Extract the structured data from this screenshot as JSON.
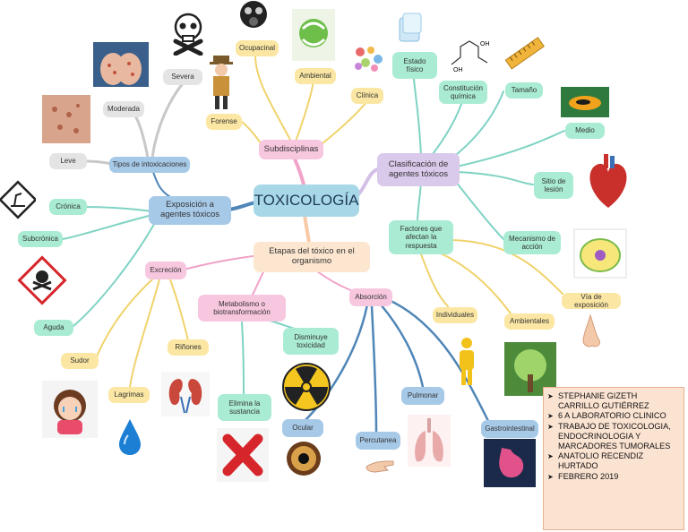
{
  "center": "TOXICOLOGÍA",
  "branches": {
    "subdisciplinas": "Subdisciplinas",
    "clasificacion": "Clasificación de agentes tóxicos",
    "exposicion": "Exposición a agentes tóxicos",
    "etapas": "Etapas del tóxico en el organismo"
  },
  "subdisciplinas": [
    "Ocupacinal",
    "Ambiental",
    "Clínica",
    "Forense"
  ],
  "clasificacion": [
    "Estado físico",
    "Constitución química",
    "Tamaño",
    "Medio",
    "Sitio de lesión",
    "Mecanismo de acción"
  ],
  "factores": {
    "title": "Factores que afectan la respuesta",
    "items": [
      "Individuales",
      "Ambientales",
      "Vía de exposición"
    ]
  },
  "exposicion": {
    "tipos": "Tipos de intoxicaciones",
    "severidad": [
      "Severa",
      "Moderada",
      "Leve"
    ],
    "duracion": [
      "Crónica",
      "Subcrónica",
      "Aguda"
    ]
  },
  "etapas": {
    "excrecion": "Excreción",
    "excrecion_items": [
      "Sudor",
      "Lagrimas",
      "Riñones"
    ],
    "metabolismo": "Metabolismo o biotransformación",
    "metabolismo_items": [
      "Elimina la sustancia",
      "Disminuye toxicidad"
    ],
    "absorcion": "Absorción",
    "absorcion_items": [
      "Ocular",
      "Percutanea",
      "Pulmonar",
      "Gastrointestinal"
    ]
  },
  "info": [
    "Stephanie Gizeth Carrillo Gutiérrez",
    "6 A Laboratorio Clinico",
    "Trabajo de Toxicologia, Endocrinologia y Marcadores Tumorales",
    "Anatolio Recendiz Hurtado",
    "Febrero 2019"
  ],
  "colors": {
    "center": "#a8d8e8",
    "pink": "#f7c6df",
    "lavender": "#d9c9ea",
    "blue": "#a7c9e8",
    "peach": "#fde6d0",
    "mint": "#a9ecd3",
    "yellow": "#fbe7a3",
    "gray": "#e4e4e4",
    "teal_line": "#7fd3c4",
    "yellow_line": "#f0d36c",
    "pink_line": "#f0a2c8",
    "blue_line": "#4f86b8",
    "gray_line": "#c8c8c8"
  },
  "icons": [
    "skull-crossbones-icon",
    "gas-mask-icon",
    "recycle-earth-icon",
    "pills-icon",
    "ice-cube-icon",
    "chemical-structure-icon",
    "ruler-icon",
    "frog-icon",
    "heart-organ-icon",
    "cell-diagram-icon",
    "nose-icon",
    "person-silhouette-icon",
    "tree-nature-icon",
    "lungs-icon",
    "stomach-icon",
    "hand-icon",
    "eye-icon",
    "radiation-icon",
    "red-x-icon",
    "water-drop-icon",
    "crying-girl-icon",
    "kidneys-icon",
    "toxic-hazard-icon",
    "environmental-hazard-icon",
    "detective-icon",
    "rash-hands-icon",
    "skin-rash-icon"
  ]
}
